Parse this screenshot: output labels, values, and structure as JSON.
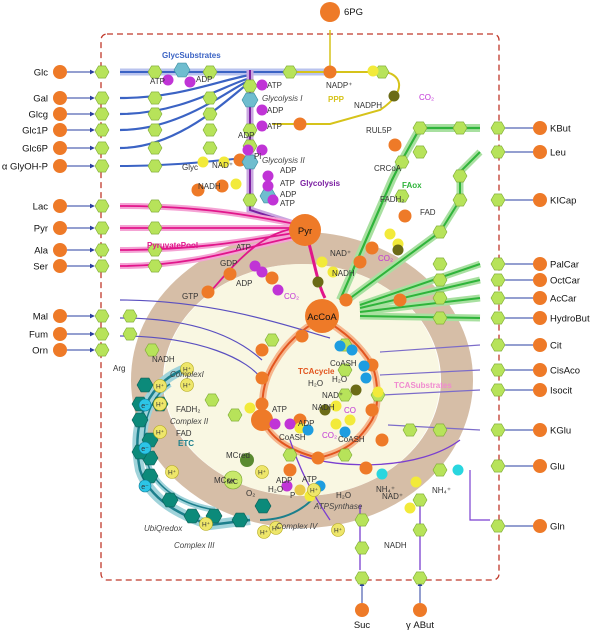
{
  "top_label": "6PG",
  "inputs_left": [
    "Glc",
    "Gal",
    "Glcg",
    "Glc1P",
    "Glc6P",
    "α GlyOH-P",
    "Lac",
    "Pyr",
    "Ala",
    "Ser",
    "Mal",
    "Fum",
    "Orn"
  ],
  "inputs_right": [
    "KBut",
    "Leu",
    "KICap",
    "PalCar",
    "OctCar",
    "AcCar",
    "HydroBut",
    "Cit",
    "CisAco",
    "Isocit",
    "KGlu",
    "Glu",
    "Gln"
  ],
  "inputs_bottom": [
    "Suc",
    "γ ABut"
  ],
  "modules": {
    "glyc_substrates": "GlycSubstrates",
    "pyruvate_pool": "PyruvatePool",
    "glycolysis": "Glycolysis",
    "ppp": "PPP",
    "faox": "FAox",
    "tca_cycle": "TCAcycle",
    "tca_substrates": "TCASubstrates",
    "etc": "ETC"
  },
  "sublabels": {
    "glycolysis_i": "Glycolysis I",
    "glycolysis_ii": "Glycolysis II",
    "complex_i": "ComplexI",
    "complex_ii": "Complex II",
    "complex_iii": "Complex III",
    "complex_iv": "Complex IV",
    "atp_synthase": "ATPSynthase",
    "ubiqredox": "UbiQredox"
  },
  "metabolites": {
    "pyr": "Pyr",
    "accoa": "AcCoA",
    "glyc": "Glyc",
    "arg": "Arg",
    "gtp": "GTP",
    "gdp": "GDP",
    "ru5p": "RUL5P",
    "crcoa": "CRCoA",
    "mcred": "MCred",
    "mcox": "MCox",
    "mc": "MC",
    "co2": "CO₂",
    "co": "CO"
  },
  "cofactors": {
    "atp": "ATP",
    "adp": "ADP",
    "nad": "NAD⁺",
    "nadh": "NADH",
    "nadp": "NADP⁺",
    "nadph": "NADPH",
    "fad": "FAD",
    "fadh2": "FADH₂",
    "coash": "CoASH",
    "h2o": "H₂O",
    "pi": "Pi",
    "p": "P",
    "hplus": "H⁺",
    "eminus": "e⁻",
    "o2": "O₂",
    "nh4": "NH₄⁺"
  },
  "colors": {
    "metabolite": "#ee7a28",
    "connector": "#b7e35a",
    "enzyme": "#6fbdcf",
    "glyc_substrates": "#3b63c4",
    "pyruvate_pool": "#e1168b",
    "glycolysis": "#7b1fa2",
    "ppp": "#d6c31a",
    "faox": "#2fb43b",
    "tca_cycle": "#e2551f",
    "tca_substrates": "#f08ad0",
    "etc": "#1c7f8c",
    "mito_band": "#c8a88a",
    "cofactor_atp": "#c034d6",
    "cofactor_nad": "#f2ea3a",
    "cofactor_coa": "#1e9de0",
    "frame": "#c0392b"
  }
}
